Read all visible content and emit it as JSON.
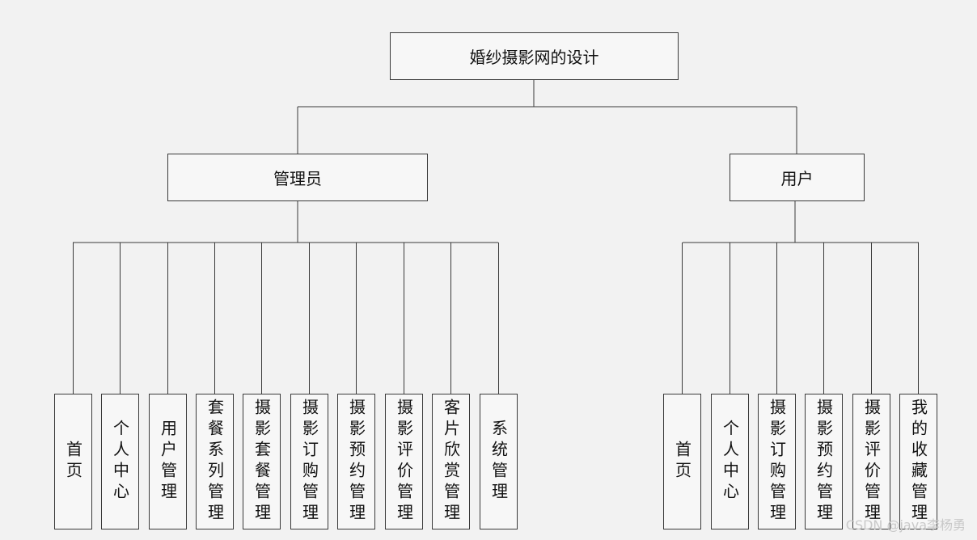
{
  "root": {
    "label": "婚纱摄影网的设计"
  },
  "admin": {
    "label": "管理员",
    "children": [
      "首页",
      "个人中心",
      "用户管理",
      "套餐系列管理",
      "摄影套餐管理",
      "摄影订购管理",
      "摄影预约管理",
      "摄影评价管理",
      "客片欣赏管理",
      "系统管理"
    ]
  },
  "user": {
    "label": "用户",
    "children": [
      "首页",
      "个人中心",
      "摄影订购管理",
      "摄影预约管理",
      "摄影评价管理",
      "我的收藏管理"
    ]
  },
  "watermark": "CSDN @java李杨勇"
}
